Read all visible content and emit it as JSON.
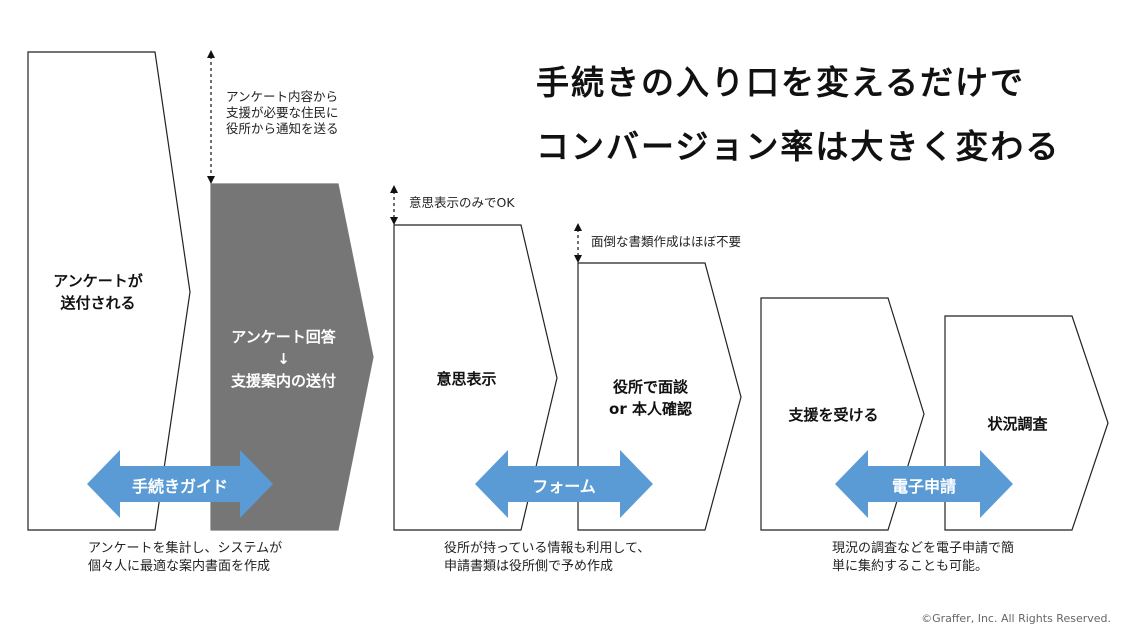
{
  "title": {
    "line1": "手続きの入り口を変えるだけで",
    "line2": "コンバージョン率は大きく変わる"
  },
  "steps": [
    {
      "label": "アンケートが\n送付される",
      "fill": "#ffffff"
    },
    {
      "label": "アンケート回答\n↓\n支援案内の送付",
      "fill": "#767676"
    },
    {
      "label": "意思表示",
      "fill": "#ffffff"
    },
    {
      "label": "役所で面談\nor 本人確認",
      "fill": "#ffffff"
    },
    {
      "label": "支援を受ける",
      "fill": "#ffffff"
    },
    {
      "label": "状況調査",
      "fill": "#ffffff"
    }
  ],
  "annotations": [
    {
      "text": "アンケート内容から\n支援が必要な住民に\n役所から通知を送る"
    },
    {
      "text": "意思表示のみでOK"
    },
    {
      "text": "面倒な書類作成はほぼ不要"
    }
  ],
  "double_arrows": [
    {
      "label": "手続きガイド",
      "color": "#5b9bd5"
    },
    {
      "label": "フォーム",
      "color": "#5b9bd5"
    },
    {
      "label": "電子申請",
      "color": "#5b9bd5"
    }
  ],
  "bottom_notes": [
    {
      "text": "アンケートを集計し、システムが\n個々人に最適な案内書面を作成"
    },
    {
      "text": "役所が持っている情報も利用して、\n申請書類は役所側で予め作成"
    },
    {
      "text": "現況の調査などを電子申請で簡\n単に集約することも可能。"
    }
  ],
  "copyright": "©Graffer, Inc. All Rights Reserved."
}
